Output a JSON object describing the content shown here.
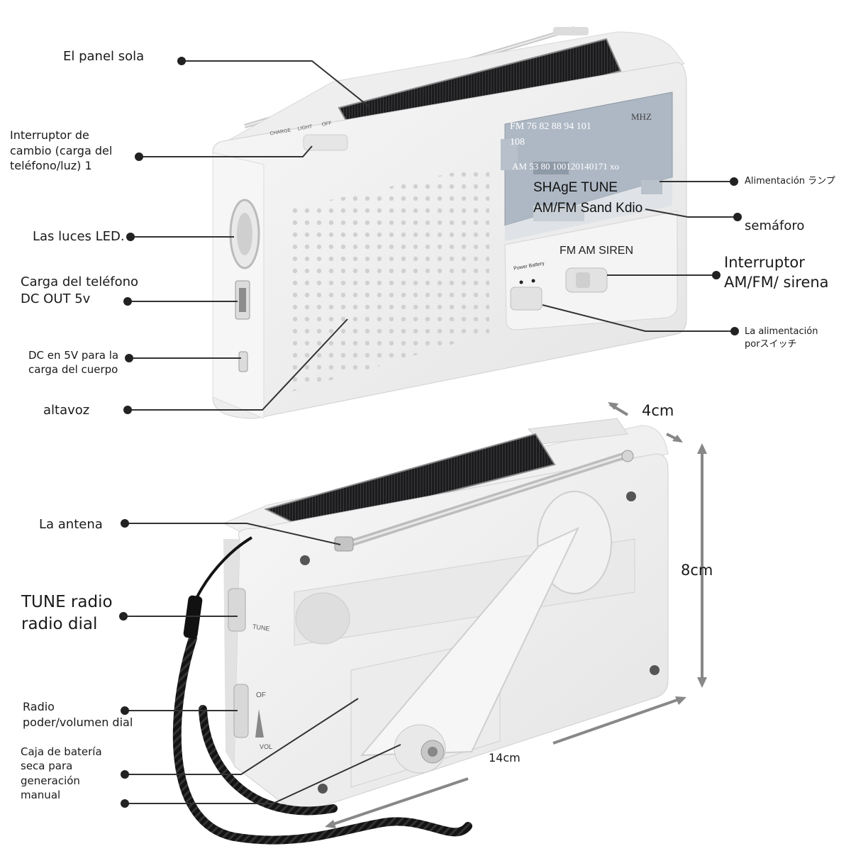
{
  "labels": {
    "solar_panel": "El panel sola",
    "switch_charge": "Interruptor de\ncambio (carga del\nteléfono/luz) 1",
    "led": "Las luces LED.",
    "phone_charge": "Carga del teléfono\nDC OUT 5v",
    "dc_in": "DC en 5V para la\ncarga del cuerpo",
    "speaker": "altavoz",
    "power_lamp": "Alimentación ランプ",
    "tuning_light": "semáforo",
    "band_switch": "Interruptor\nAM/FM/ sirena",
    "power_switch": "La alimentación\nporスイッチ",
    "antenna": "La antena",
    "tune_dial": "TUNE radio\nradio dial",
    "volume_dial": "Radio\npoder/volumen dial",
    "battery_box": "Caja de batería\nseca para\ngeneración\nmanual"
  },
  "dimensions": {
    "depth": "4cm",
    "height": "8cm",
    "width": "14cm"
  },
  "panel": {
    "switch_marks": [
      "CHARGE",
      "LIGHT",
      "OFF"
    ],
    "fm_scale": "FM 76 82 88 94 101\n108",
    "mhz": "MHZ",
    "am_scale": "AM 53 80 100120140171 xo",
    "line1": "SHAgE TUNE",
    "line2": "AM/FM Sand Kdio",
    "band_label": "FM AM SIREN",
    "power_battery": "Power  Battery",
    "tune_side": "TUNE",
    "vol_side": "VOL",
    "off_side": "OF"
  },
  "colors": {
    "body": "#f2f2f2",
    "solar": "#1c1c1e",
    "window": "#aeb8c4",
    "strap": "#141414"
  }
}
